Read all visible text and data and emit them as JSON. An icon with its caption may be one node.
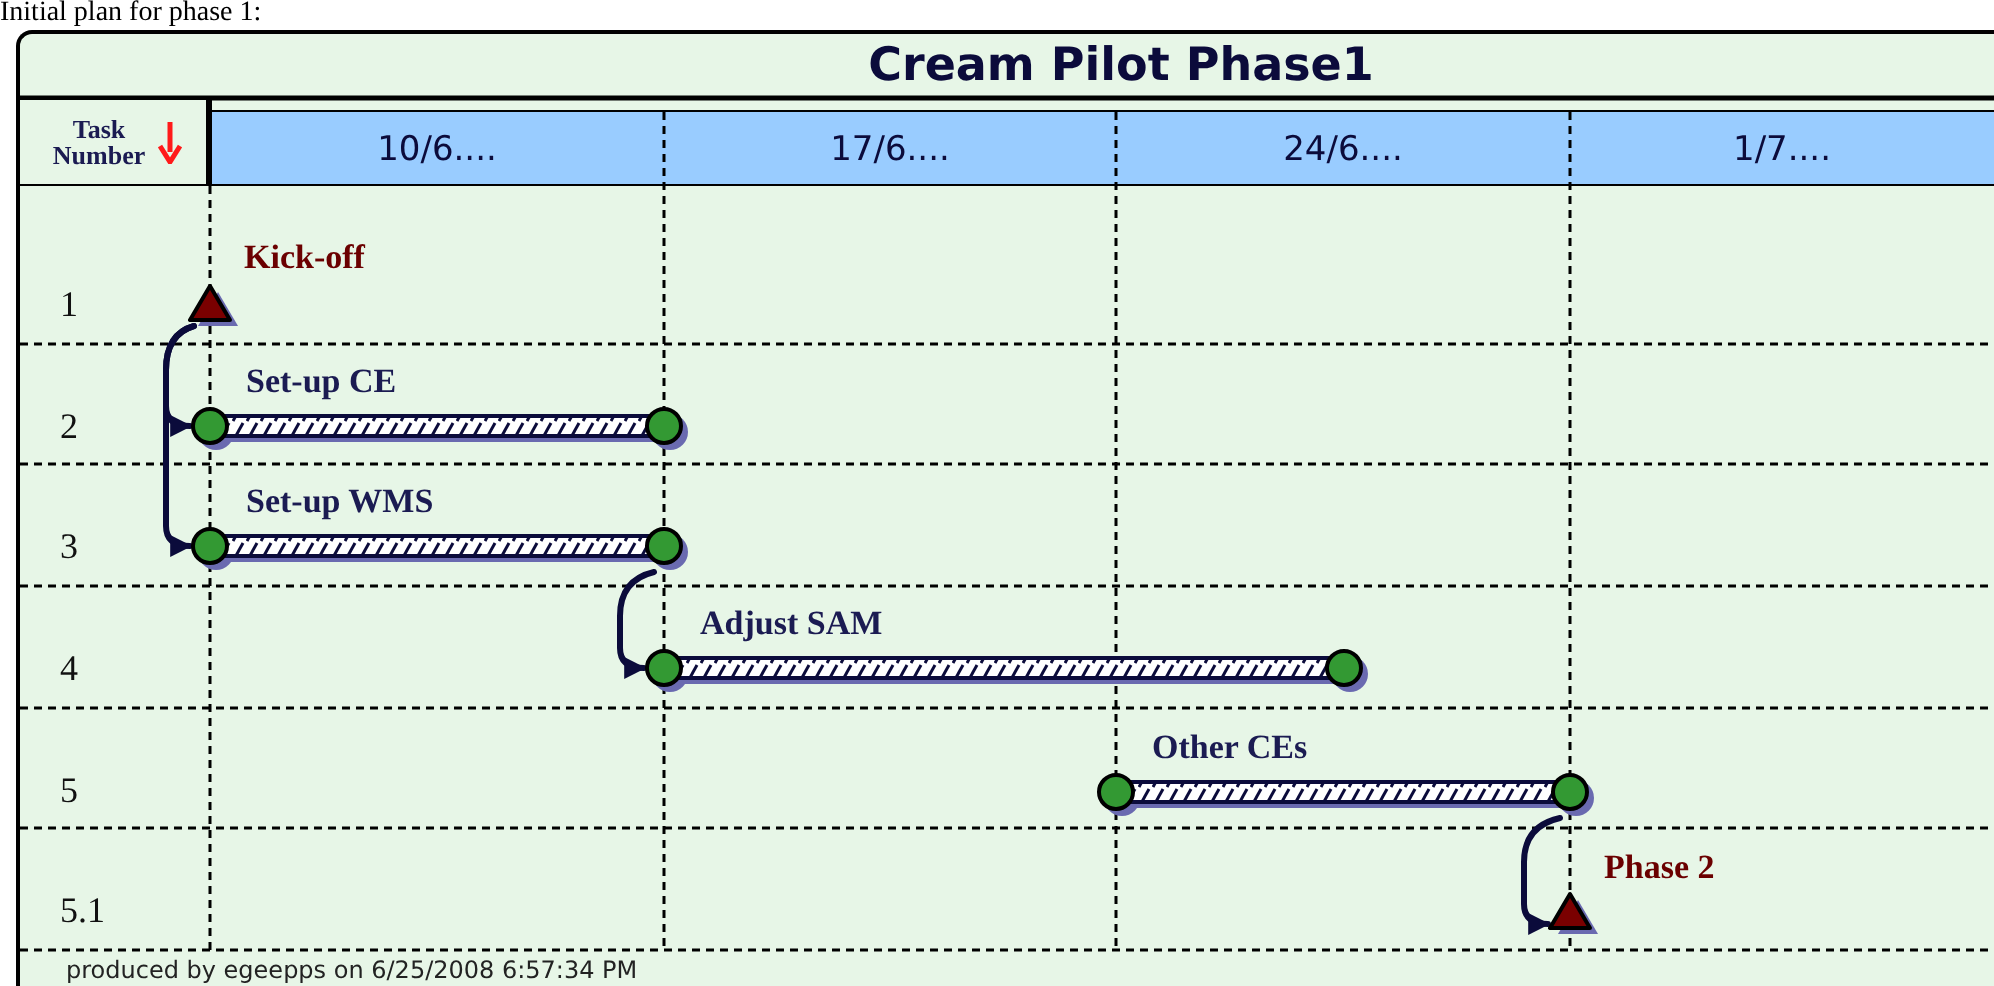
{
  "diagram": {
    "title": "Cream Pilot Phase1",
    "nodes": [
      {
        "text": [],
        "shape": "triangle",
        "beside": [
          "Kick-off"
        ]
      },
      {
        "text": [
          "Set-up CE"
        ]
      },
      {
        "text": [
          "Set-up WMS"
        ]
      },
      {
        "text": [
          "Adjust SAM"
        ]
      },
      {
        "text": [
          "Other CEs"
        ]
      },
      {
        "text": [],
        "shape": "triangle",
        "beside": [
          "Phase 2"
        ]
      }
    ],
    "edges": [
      {
        "from": 0,
        "to": 1,
        "arrow": "to"
      },
      {
        "from": 0,
        "to": 2,
        "arrow": "to"
      },
      {
        "from": 2,
        "to": 3,
        "arrow": "to"
      },
      {
        "from": 4,
        "to": 5,
        "arrow": "to"
      }
    ],
    "labels": [
      "Initial plan for phase 1:",
      "Task Number",
      "10/6....",
      "17/6....",
      "24/6....",
      "1/7....",
      "1",
      "2",
      "3",
      "4",
      "5",
      "5.1",
      "produced by egeepps on 6/25/2008 6:57:34 PM"
    ]
  }
}
